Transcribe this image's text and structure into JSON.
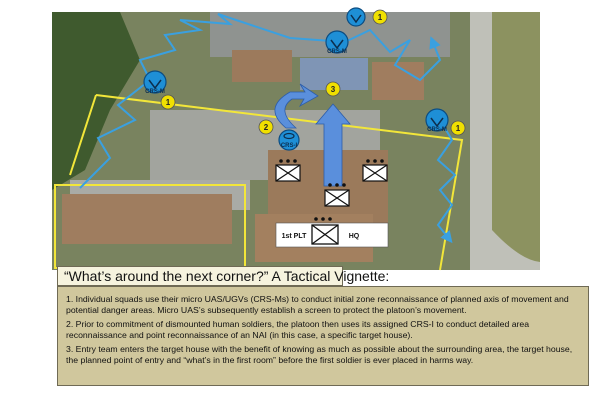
{
  "title": "“What’s around the next corner?”   A Tactical Vignette:",
  "paragraphs": [
    "1. Individual squads use their micro UAS/UGVs (CRS-Ms) to conduct initial zone reconnaissance of planned axis of movement and potential danger areas.  Micro UAS’s subsequently establish a screen to protect the platoon’s movement.",
    "2. Prior to commitment of dismounted human soldiers, the platoon then uses its assigned CRS-I to conduct detailed area reconnaissance and point reconnaissance of an NAI (in this case, a specific target house).",
    "3.  Entry team enters the target house with the benefit of knowing as much as possible about the surrounding area, the target house, the planned point of entry and “what’s in the first room” before the first soldier is ever placed in harms way."
  ],
  "labels": {
    "crs_m": "CRS-M",
    "crs_i": "CRS-I",
    "platoon": "1st PLT",
    "hq": "HQ",
    "one": "1",
    "two": "2",
    "three": "3"
  },
  "colors": {
    "route": "#3aa0e0",
    "crs_icon": "#1e8fd6",
    "phase_marker": "#f0e000",
    "boundary": "#f2e63a",
    "blue_arrow": "#5a8fdc",
    "title_bg": "#f6f3de",
    "text_bg": "#d0c79d"
  }
}
